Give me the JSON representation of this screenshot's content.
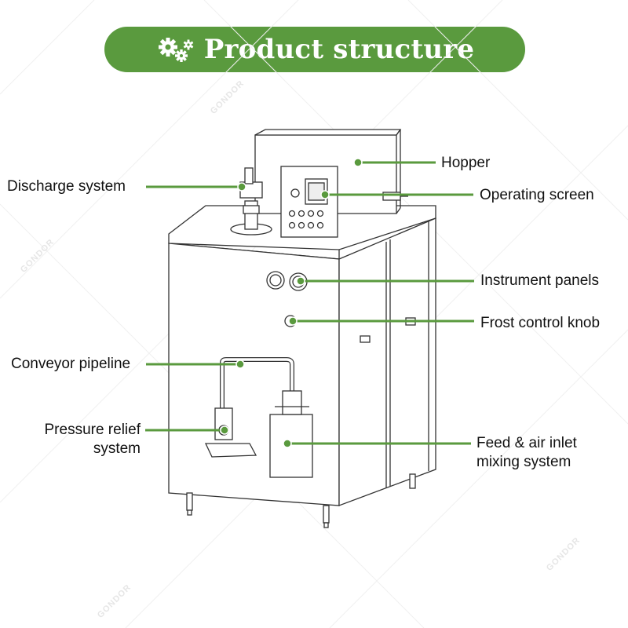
{
  "header": {
    "title": "Product structure",
    "icon": "gears-icon",
    "color": "#5a9a3e"
  },
  "labels": {
    "hopper": "Hopper",
    "operating_screen": "Operating screen",
    "discharge_system": "Discharge system",
    "instrument_panels": "Instrument panels",
    "frost_control_knob": "Frost control knob",
    "conveyor_pipeline": "Conveyor pipeline",
    "pressure_relief_line1": "Pressure relief",
    "pressure_relief_line2": "system",
    "feed_line1": "Feed & air inlet",
    "feed_line2": "mixing system"
  },
  "accent_color": "#5a9a3e",
  "watermark": "GONDOR"
}
